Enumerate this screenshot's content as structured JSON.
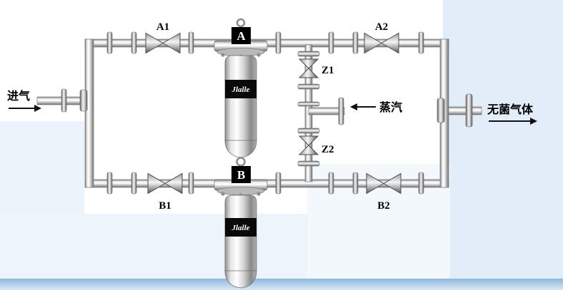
{
  "labels": {
    "inlet": "进气",
    "steam": "蒸汽",
    "outlet": "无菌气体"
  },
  "valves": {
    "a1": "A1",
    "a2": "A2",
    "b1": "B1",
    "b2": "B2",
    "z1": "Z1",
    "z2": "Z2"
  },
  "filters": {
    "a": {
      "letter": "A",
      "brand": "Jlalle"
    },
    "b": {
      "letter": "B",
      "brand": "Jlalle"
    }
  },
  "colors": {
    "pipe_highlight": "#ffffff",
    "pipe_shadow": "#6b6b6b",
    "label_band": "#000000",
    "bg_tint": "#dcebf7"
  }
}
